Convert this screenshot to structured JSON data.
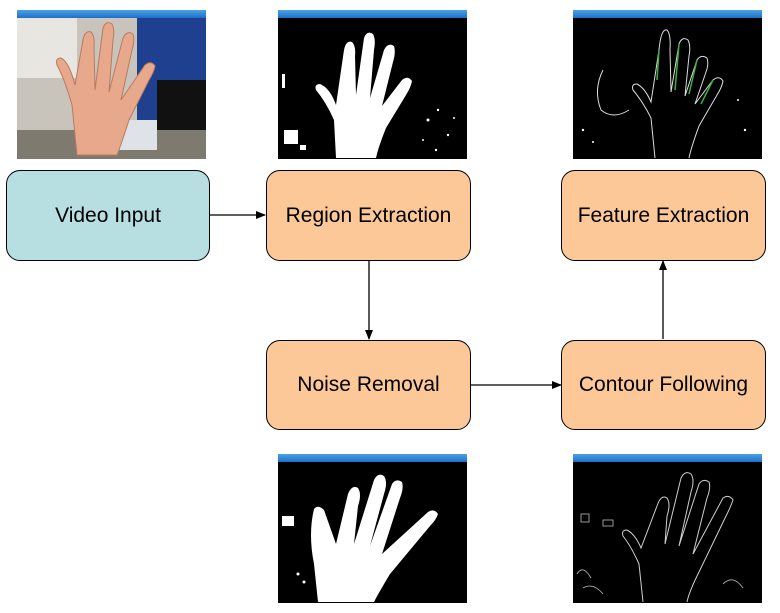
{
  "nodes": {
    "video_input": "Video Input",
    "region_extraction": "Region Extraction",
    "noise_removal": "Noise Removal",
    "contour_following": "Contour Following",
    "feature_extraction": "Feature Extraction"
  },
  "colors": {
    "input_fill": "#b7dfe2",
    "process_fill": "#fdc898",
    "window_titlebar": "#1e6fc8",
    "contour_highlight": "#3cb043"
  },
  "thumbnails": [
    {
      "name": "video-frame",
      "depicts": "camera photo of open hand"
    },
    {
      "name": "region-mask",
      "depicts": "binary hand mask with noise"
    },
    {
      "name": "feature-contour",
      "depicts": "hand contour with green finger features"
    },
    {
      "name": "denoised-mask",
      "depicts": "binary hand mask after noise removal"
    },
    {
      "name": "contour-image",
      "depicts": "hand contour outline"
    }
  ]
}
